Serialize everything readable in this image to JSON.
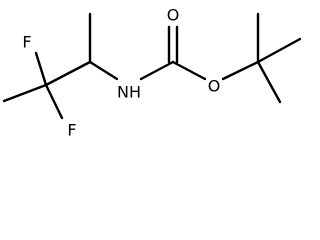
{
  "molecule": {
    "atoms": {
      "fluorine_top": "F",
      "fluorine_bottom": "F",
      "nitrogen": "NH",
      "carbonyl_oxygen": "O",
      "ester_oxygen": "O"
    }
  }
}
